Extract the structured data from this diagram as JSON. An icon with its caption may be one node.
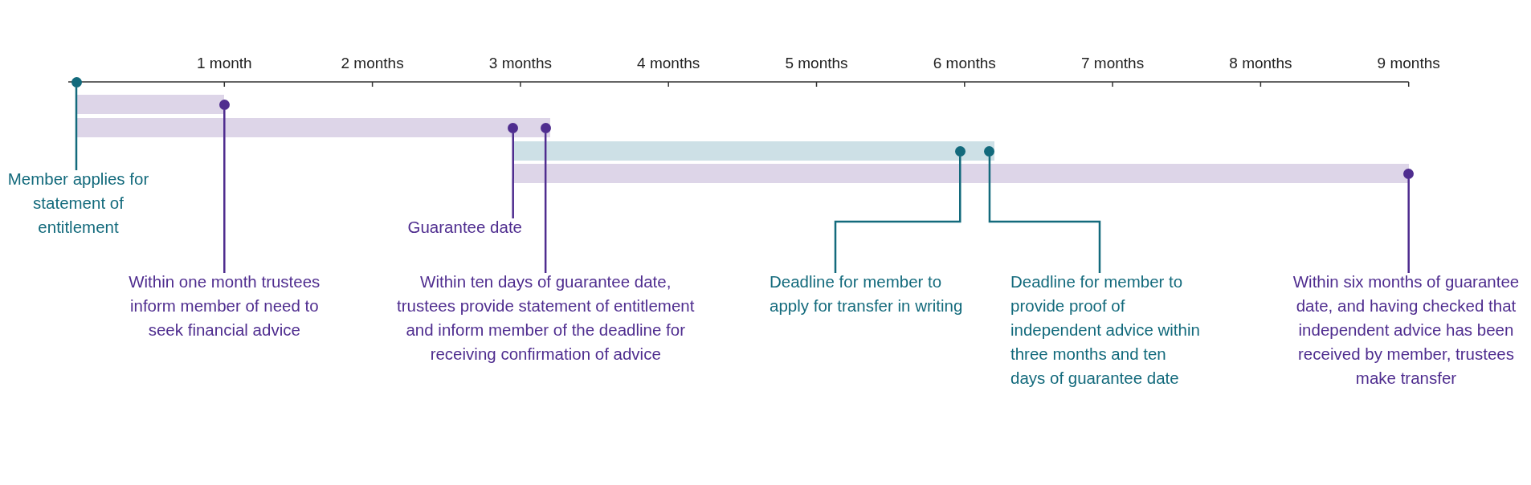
{
  "diagram": {
    "nodes": [
      {
        "text": [],
        "shape": "circle"
      },
      {
        "text": [],
        "shape": "bar"
      },
      {
        "text": [],
        "shape": "circle"
      },
      {
        "text": [],
        "shape": "bar"
      },
      {
        "text": [],
        "shape": "circle",
        "in": 3
      },
      {
        "text": [],
        "shape": "circle",
        "in": 3
      },
      {
        "text": [],
        "shape": "bar"
      },
      {
        "text": [],
        "shape": "circle",
        "in": 6
      },
      {
        "text": [],
        "shape": "circle",
        "in": 6
      },
      {
        "text": [],
        "shape": "bar"
      },
      {
        "text": [],
        "shape": "circle"
      },
      {
        "text": [
          "Member applies for statement of entitlement"
        ]
      },
      {
        "text": [
          "Guarantee date"
        ]
      },
      {
        "text": [
          "Within one month trustees inform member of need to seek financial advice"
        ]
      },
      {
        "text": [
          "Within ten days of guarantee date, trustees provide statement of entitlement and inform member of the deadline for receiving confirmation of advice"
        ]
      },
      {
        "text": [
          "Deadline for member to apply for transfer in writing"
        ]
      },
      {
        "text": [
          "Deadline for member to provide proof of independent advice within three months and ten days of guarantee date"
        ]
      },
      {
        "text": [
          "Within six months of guarantee date, and having checked that independent advice has been received by member, trustees make transfer"
        ]
      }
    ],
    "edges": [
      {
        "from": 11,
        "to": 0,
        "arrow": "none",
        "color": "#136a7c"
      },
      {
        "from": 13,
        "to": 2,
        "arrow": "none"
      },
      {
        "from": 12,
        "to": 4,
        "arrow": "none"
      },
      {
        "from": 14,
        "to": 5,
        "arrow": "none"
      },
      {
        "from": 15,
        "to": 7,
        "arrow": "none",
        "color": "#136a7c"
      },
      {
        "from": 16,
        "to": 8,
        "arrow": "none",
        "color": "#136a7c"
      },
      {
        "from": 17,
        "to": 10,
        "arrow": "none"
      }
    ],
    "labels": [
      "1 month",
      "2 months",
      "3 months",
      "4 months",
      "5 months",
      "6 months",
      "7 months",
      "8 months",
      "9 months"
    ]
  }
}
